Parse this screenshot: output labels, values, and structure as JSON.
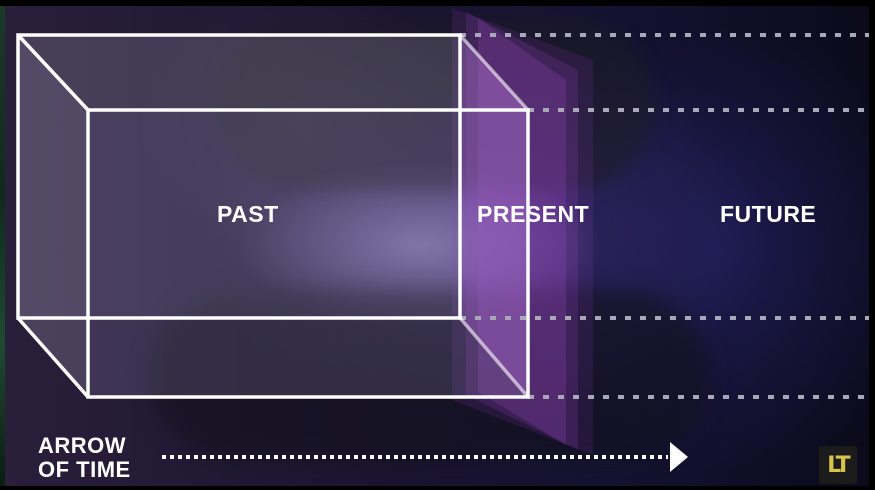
{
  "diagram": {
    "labels": {
      "past": "PAST",
      "present": "PRESENT",
      "future": "FUTURE"
    },
    "arrow": {
      "line1": "ARROW",
      "line2": "OF TIME"
    },
    "logo_text": "LT",
    "colors": {
      "text": "#ffffff",
      "box_stroke": "#ffffff",
      "present_slab": "#8a3fb0",
      "dotted_guides": "#9a9aa8",
      "logo_accent": "#d8c44a"
    }
  }
}
